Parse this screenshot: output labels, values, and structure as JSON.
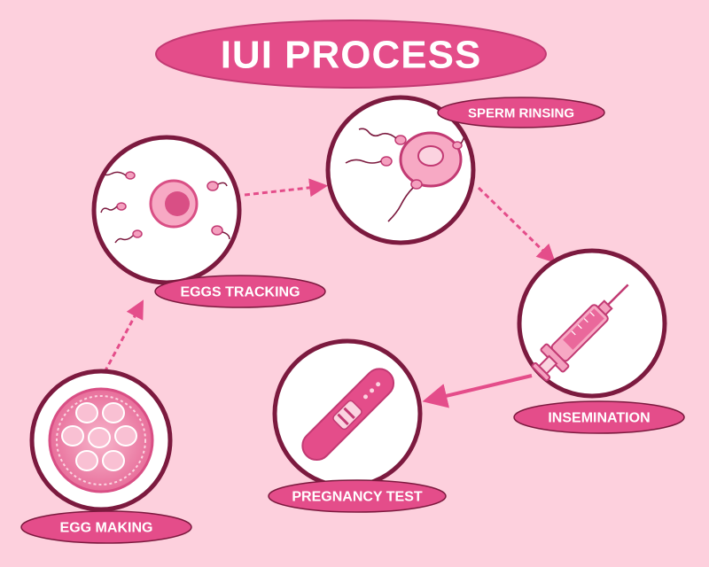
{
  "title": "IUI PROCESS",
  "steps": [
    {
      "label": "EGG MAKING",
      "icon": "ovary-follicles-icon"
    },
    {
      "label": "EGGS TRACKING",
      "icon": "egg-sperm-icon"
    },
    {
      "label": "SPERM RINSING",
      "icon": "sperm-fertilization-icon"
    },
    {
      "label": "INSEMINATION",
      "icon": "syringe-icon"
    },
    {
      "label": "PREGNANCY TEST",
      "icon": "pregnancy-test-icon"
    }
  ],
  "colors": {
    "background": "#fdd0dd",
    "accent": "#e44d8a",
    "dark": "#7c1a3f",
    "circle_fill": "#ffffff",
    "text": "#ffffff"
  }
}
